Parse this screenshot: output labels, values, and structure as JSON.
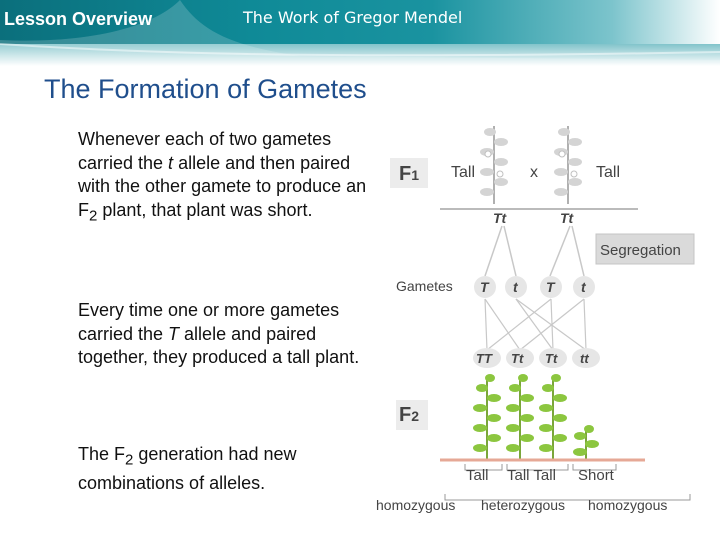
{
  "header": {
    "section": "Lesson Overview",
    "chapter": "The Work of Gregor Mendel"
  },
  "title": "The Formation of Gametes",
  "paragraphs": {
    "p1": {
      "a": "Whenever each of two gametes carried the ",
      "allele": "t",
      "b": " allele and then paired with the other gamete to produce an F",
      "sub": "2",
      "c": " plant, that plant was short."
    },
    "p2": {
      "a": "Every time one or more gametes carried the ",
      "allele": "T",
      "b": " allele and paired together, they produced a tall plant."
    },
    "p3": {
      "a": "The F",
      "sub": "2",
      "b": " generation had new combinations of alleles."
    }
  },
  "diagram": {
    "f1_label": "F",
    "f1_sub": "1",
    "tall_left": "Tall",
    "cross": "x",
    "tall_right": "Tall",
    "genotype_left": "Tt",
    "genotype_right": "Tt",
    "segregation": "Segregation",
    "gametes_label": "Gametes",
    "gametes": [
      "T",
      "t",
      "T",
      "t"
    ],
    "offspring": [
      "TT",
      "Tt",
      "Tt",
      "tt"
    ],
    "f2_label": "F",
    "f2_sub": "2",
    "phenotypes": [
      "Tall",
      "Tall Tall",
      "Short"
    ],
    "zygosity": [
      "homozygous",
      "heterozygous",
      "homozygous"
    ]
  }
}
